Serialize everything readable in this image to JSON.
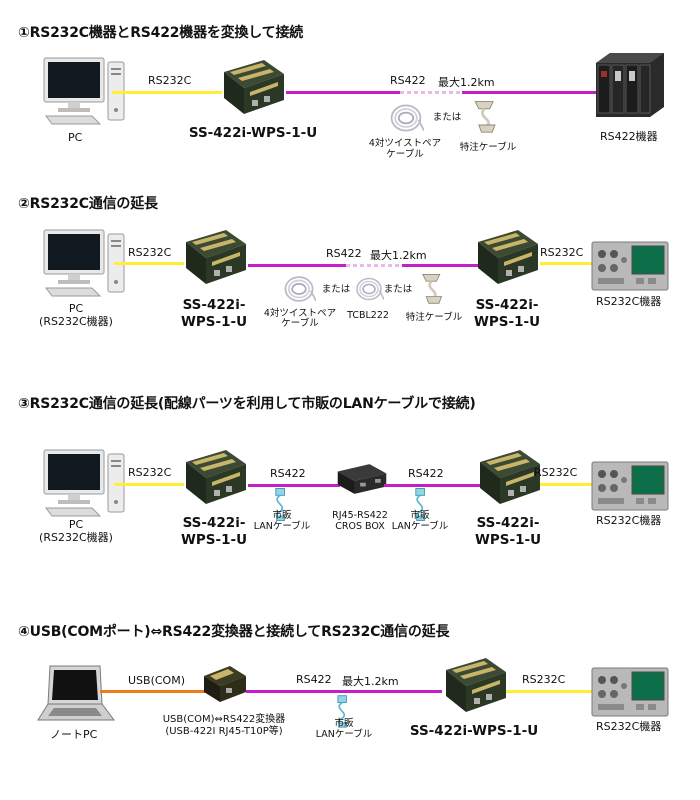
{
  "sections": [
    {
      "title": "①RS232C機器とRS422機器を変換して接続",
      "pc_label": "PC",
      "rs232c_label": "RS232C",
      "rs422_label": "RS422",
      "distance_label": "最大1.2km",
      "converter_label": "SS-422i-WPS-1-U",
      "cable_twisted_line1": "4対ツイストペア",
      "cable_twisted_line2": "ケーブル",
      "or_label": "または",
      "cable_special": "特注ケーブル",
      "device_label": "RS422機器"
    },
    {
      "title": "②RS232C通信の延長",
      "pc_label_line1": "PC",
      "pc_label_line2": "(RS232C機器)",
      "rs232c_label_left": "RS232C",
      "rs422_label": "RS422",
      "distance_label": "最大1.2km",
      "rs232c_label_right": "RS232C",
      "converter_line1": "SS-422i-",
      "converter_line2": "WPS-1-U",
      "cable_twisted_line1": "4対ツイストペア",
      "cable_twisted_line2": "ケーブル",
      "or_label_1": "または",
      "cable_tcbl": "TCBL222",
      "or_label_2": "または",
      "cable_special": "特注ケーブル",
      "device_label": "RS232C機器"
    },
    {
      "title": "③RS232C通信の延長(配線パーツを利用して市販のLANケーブルで接続)",
      "pc_label_line1": "PC",
      "pc_label_line2": "(RS232C機器)",
      "rs232c_label_left": "RS232C",
      "rs422_label_1": "RS422",
      "rs422_label_2": "RS422",
      "rs232c_label_right": "RS232C",
      "converter_line1": "SS-422i-",
      "converter_line2": "WPS-1-U",
      "lan_line1": "市販",
      "lan_line2": "LANケーブル",
      "cros_line1": "RJ45-RS422",
      "cros_line2": "CROS BOX",
      "device_label": "RS232C機器"
    },
    {
      "title": "④USB(COMポート)⇔RS422変換器と接続してRS232C通信の延長",
      "notebook_label": "ノートPC",
      "usb_label": "USB(COM)",
      "rs422_label": "RS422",
      "distance_label": "最大1.2km",
      "rs232c_label": "RS232C",
      "usb_conv_line1": "USB(COM)⇔RS422変換器",
      "usb_conv_line2": "(USB-422I RJ45-T10P等)",
      "lan_line1": "市販",
      "lan_line2": "LANケーブル",
      "converter_label": "SS-422i-WPS-1-U",
      "device_label": "RS232C機器"
    }
  ],
  "colors": {
    "rs232c_line": "#ffee33",
    "rs422_line": "#c21fc9",
    "usb_line": "#f07a18",
    "converter_body": "#1f2a1c",
    "converter_accent": "#c9b56a"
  },
  "icons": [
    "desktop-pc-icon",
    "converter-icon",
    "twisted-cable-icon",
    "special-cable-icon",
    "tcbl-cable-icon",
    "lan-cable-icon",
    "cros-box-icon",
    "rs422-device-icon",
    "rs232c-device-icon",
    "notebook-pc-icon",
    "usb-converter-icon"
  ]
}
